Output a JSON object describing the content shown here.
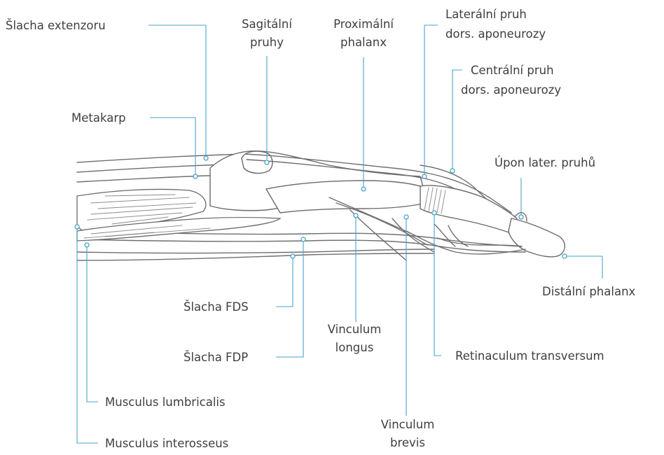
{
  "labels": {
    "slacha_extenzoru": "Šlacha extenzoru",
    "sagitalni_pruhy_1": "Sagitální",
    "sagitalni_pruhy_2": "pruhy",
    "proximalni_phalanx_1": "Proximální",
    "proximalni_phalanx_2": "phalanx",
    "lateralni_pruh_1": "Laterální pruh",
    "lateralni_pruh_2": "dors. aponeurozy",
    "centralni_pruh_1": "Centrální pruh",
    "centralni_pruh_2": "dors. aponeurozy",
    "metakarp": "Metakarp",
    "upon_later_pruhu": "Úpon later. pruhů",
    "distalni_phalanx": "Distální phalanx",
    "slacha_fds": "Šlacha FDS",
    "slacha_fdp": "Šlacha FDP",
    "vinculum_longus_1": "Vinculum",
    "vinculum_longus_2": "longus",
    "retinaculum_transversum": "Retinaculum transversum",
    "musculus_lumbricalis": "Musculus lumbricalis",
    "vinculum_brevis_1": "Vinculum",
    "vinculum_brevis_2": "brevis",
    "musculus_interosseus": "Musculus interosseus"
  },
  "colors": {
    "leader": "#4aa3c8",
    "text": "#3f3f3f",
    "outline": "#6f6f6f"
  }
}
